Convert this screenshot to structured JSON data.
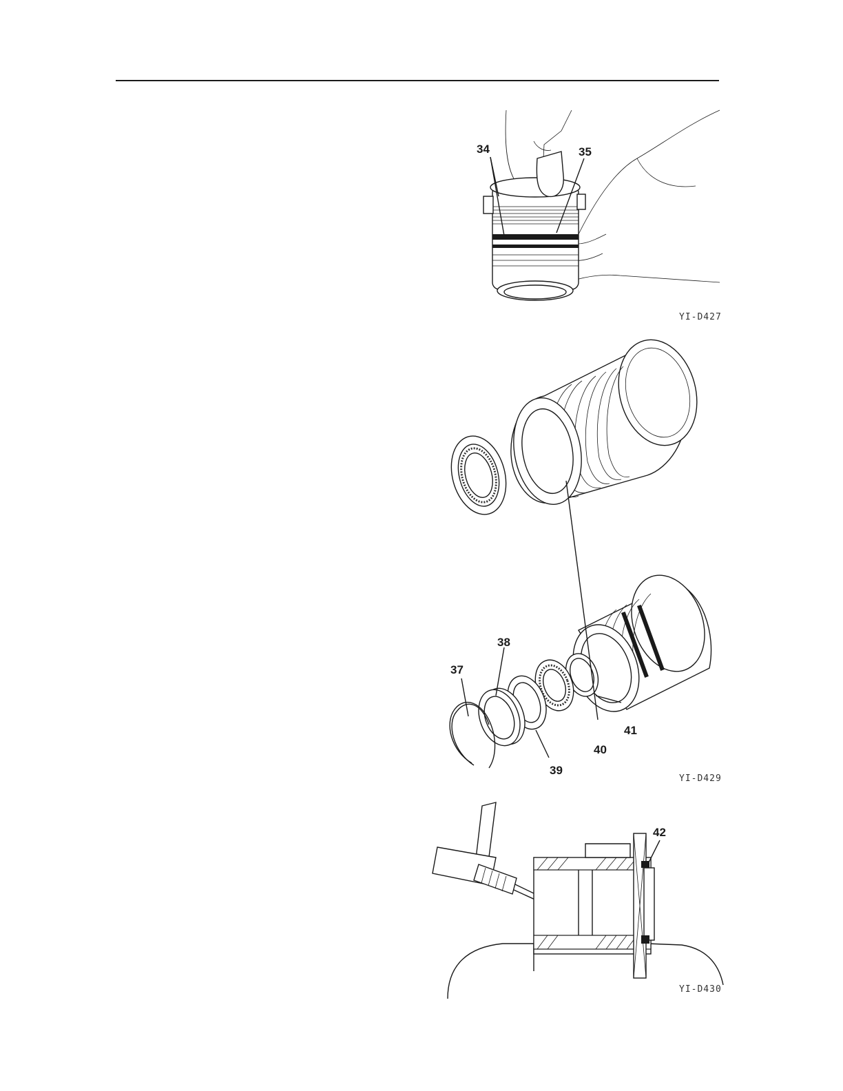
{
  "figures": [
    {
      "id": "YI-D427",
      "callouts": [
        "34",
        "35"
      ]
    },
    {
      "id": "",
      "callouts": []
    },
    {
      "id": "YI-D429",
      "callouts": [
        "37",
        "38",
        "39",
        "40",
        "41"
      ]
    },
    {
      "id": "YI-D430",
      "callouts": [
        "42"
      ]
    }
  ]
}
